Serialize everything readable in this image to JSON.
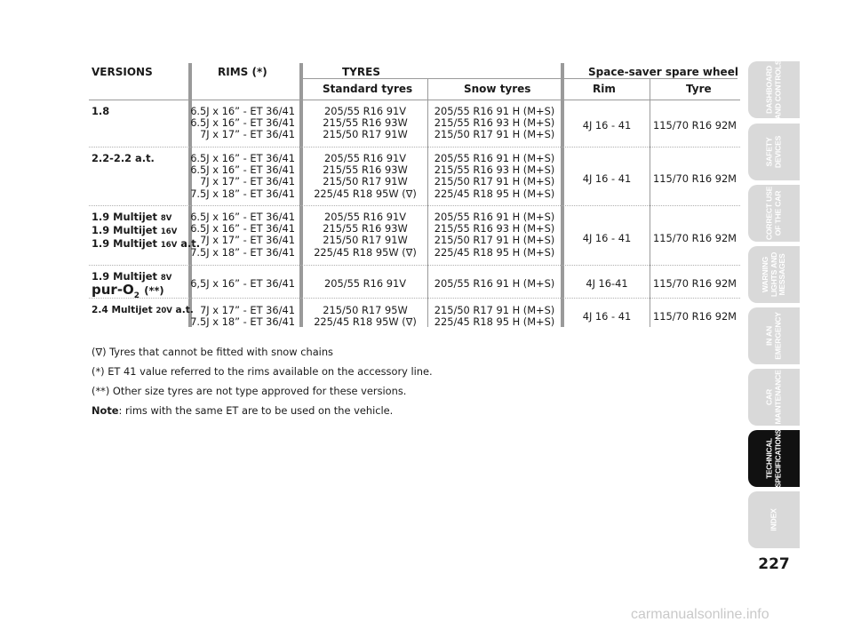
{
  "headers": {
    "versions": "VERSIONS",
    "rims": "RIMS (*)",
    "tyres": "TYRES",
    "standard": "Standard tyres",
    "snow": "Snow tyres",
    "spare": "Space-saver spare wheel",
    "rim": "Rim",
    "tyre": "Tyre"
  },
  "rows": [
    {
      "versions": [
        "1.8"
      ],
      "rims": [
        "6.5J x 16” - ET 36/41",
        "6.5J x 16” - ET 36/41",
        "7J x 17” - ET 36/41"
      ],
      "standard": [
        "205/55 R16 91V",
        "215/55 R16 93W",
        "215/50 R17 91W"
      ],
      "snow": [
        "205/55 R16 91 H (M+S)",
        "215/55 R16 93 H (M+S)",
        "215/50 R17 91 H (M+S)"
      ],
      "rim": "4J 16 - 41",
      "tyre": "115/70 R16 92M"
    },
    {
      "versions": [
        "2.2-2.2 a.t."
      ],
      "rims": [
        "6.5J x 16” - ET 36/41",
        "6.5J x 16” - ET 36/41",
        "7J x 17” - ET 36/41",
        "7.5J x 18” - ET 36/41"
      ],
      "standard": [
        "205/55 R16 91V",
        "215/55 R16 93W",
        "215/50 R17 91W",
        "225/45 R18 95W (∇)"
      ],
      "snow": [
        "205/55 R16 91 H (M+S)",
        "215/55 R16 93 H (M+S)",
        "215/50 R17 91 H (M+S)",
        "225/45 R18 95 H (M+S)"
      ],
      "rim": "4J 16 - 41",
      "tyre": "115/70 R16 92M"
    },
    {
      "versions": [
        "1.9 Multijet 8V",
        "1.9 Multijet 16V",
        "1.9 Multijet 16V a.t."
      ],
      "rims": [
        "6.5J x 16” - ET 36/41",
        "6.5J x 16” - ET 36/41",
        "7J x 17” - ET 36/41",
        "7.5J x 18” - ET 36/41"
      ],
      "standard": [
        "205/55 R16 91V",
        "215/55 R16 93W",
        "215/50 R17 91W",
        "225/45 R18 95W (∇)"
      ],
      "snow": [
        "205/55 R16 91 H (M+S)",
        "215/55 R16 93 H (M+S)",
        "215/50 R17 91 H (M+S)",
        "225/45 R18 95 H (M+S)"
      ],
      "rim": "4J 16 - 41",
      "tyre": "115/70 R16 92M"
    },
    {
      "versions": [
        "1.9 Multijet 8V",
        "pur-O₂ (**)"
      ],
      "rims": [
        "6,5J x 16” - ET 36/41"
      ],
      "standard": [
        "205/55 R16 91V"
      ],
      "snow": [
        "205/55 R16 91 H (M+S)"
      ],
      "rim": "4J 16-41",
      "tyre": "115/70 R16 92M"
    },
    {
      "versions": [
        "2.4 Multijet 20V a.t."
      ],
      "rims": [
        "7J x 17” - ET 36/41",
        "7.5J x 18” - ET 36/41"
      ],
      "standard": [
        "215/50 R17 95W",
        "225/45 R18 95W (∇)"
      ],
      "snow": [
        "215/50 R17 91 H (M+S)",
        "225/45 R18 95 H (M+S)"
      ],
      "rim": "4J 16 - 41",
      "tyre": "115/70 R16 92M"
    }
  ],
  "notes": {
    "n1": "(∇) Tyres that cannot be fitted with snow chains",
    "n2": "(*) ET 41 value referred to the rims available on the accessory line.",
    "n3": "(**) Other size tyres are not type approved for these versions.",
    "n4_label": "Note",
    "n4_text": ": rims with the same ET are to be used on the vehicle."
  },
  "sidebar": [
    {
      "label": "DASHBOARD\nAND CONTROLS",
      "active": false
    },
    {
      "label": "SAFETY\nDEVICES",
      "active": false
    },
    {
      "label": "CORRECT USE\nOF THE CAR",
      "active": false
    },
    {
      "label": "WARNING\nLIGHTS AND\nMESSAGES",
      "active": false
    },
    {
      "label": "IN AN\nEMERGENCY",
      "active": false
    },
    {
      "label": "CAR\nMAINTENANCE",
      "active": false
    },
    {
      "label": "TECHNICAL\nSPECIFICATIONS",
      "active": true
    },
    {
      "label": "INDEX",
      "active": false
    }
  ],
  "page_number": "227",
  "watermark": "carmanualsonline.info"
}
